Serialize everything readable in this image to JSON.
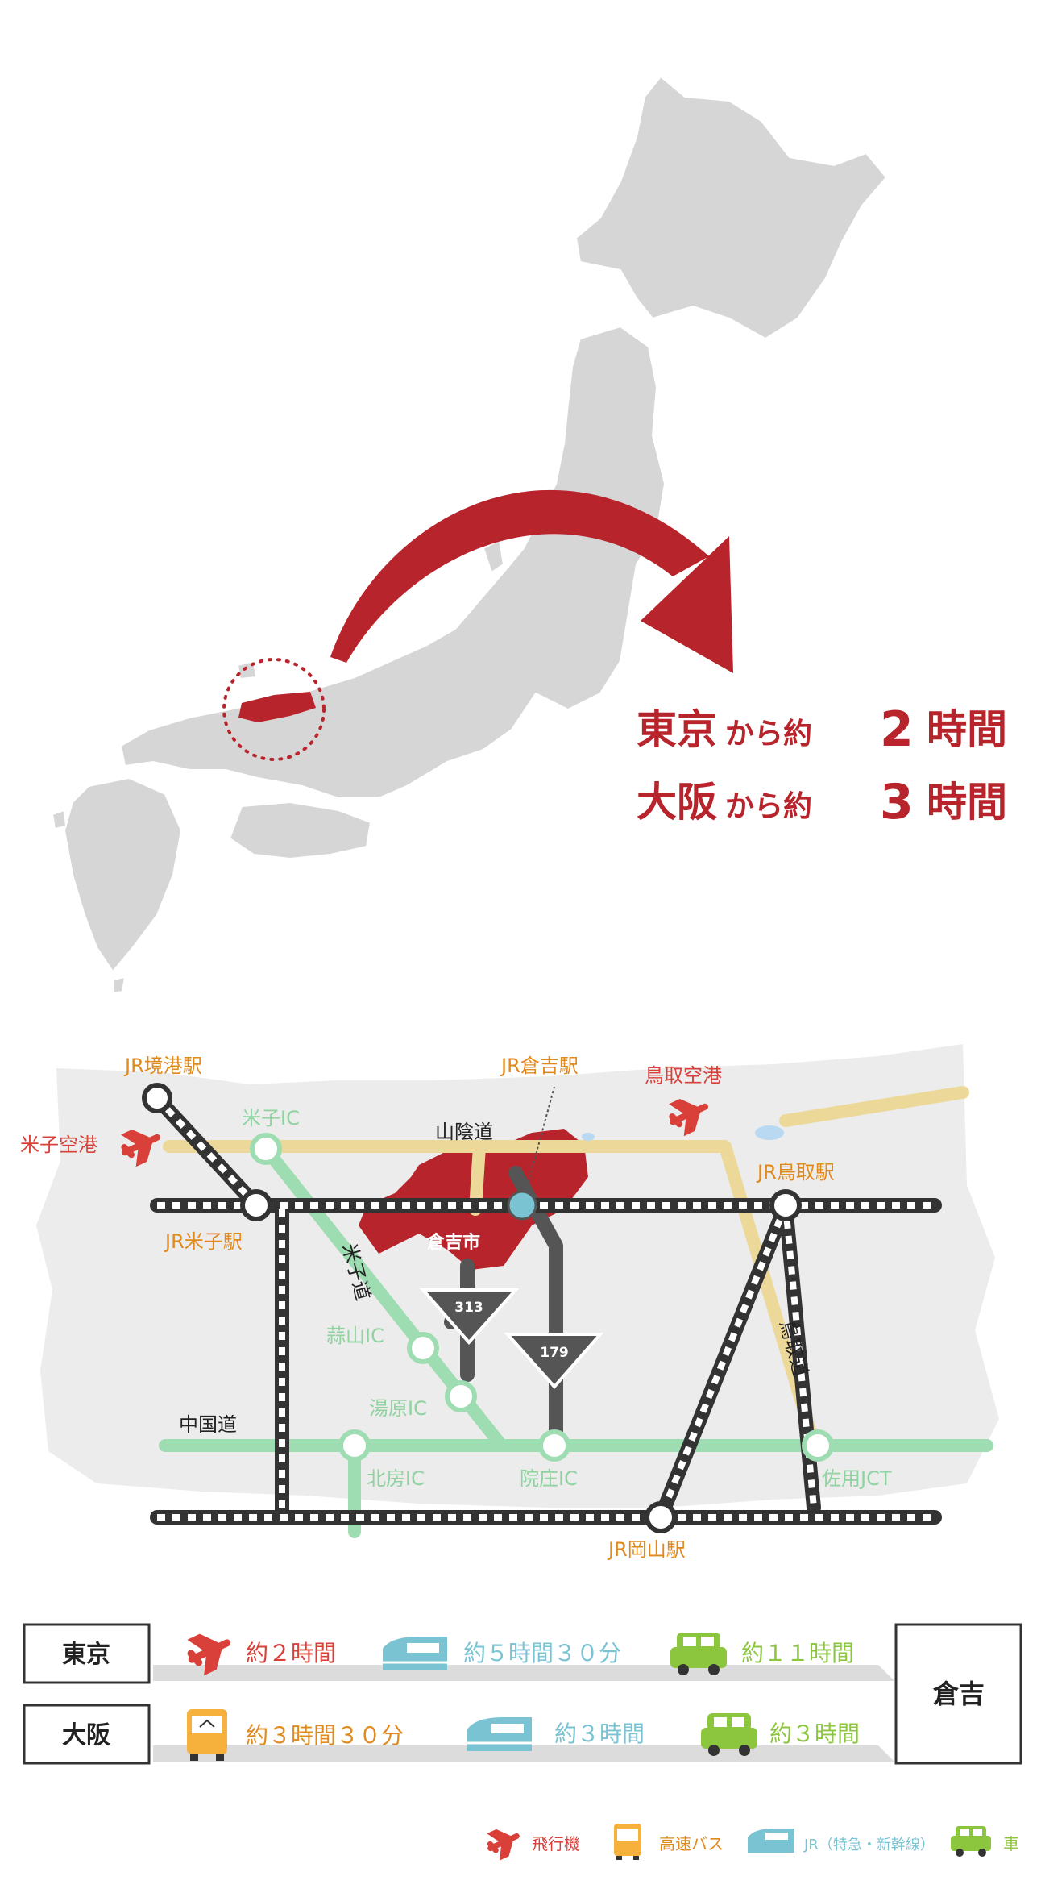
{
  "headline": {
    "line1": {
      "city": "東京",
      "particle": "から約",
      "num": "2",
      "unit": "時間"
    },
    "line2": {
      "city": "大阪",
      "particle": "から約",
      "num": "3",
      "unit": "時間"
    }
  },
  "map_labels": {
    "sakaiminato": "JR境港駅",
    "kurayoshi_station": "JR倉吉駅",
    "tottori_airport": "鳥取空港",
    "yonago_airport": "米子空港",
    "yonago_ic": "米子IC",
    "sanin_road": "山陰道",
    "tottori_station": "JR鳥取駅",
    "yonago_station": "JR米子駅",
    "kurayoshi_city": "倉吉市",
    "yonago_road": "米子道",
    "route_313": "313",
    "route_179": "179",
    "hiruzen_ic": "蒜山IC",
    "yubara_ic": "湯原IC",
    "chugoku_road": "中国道",
    "tottori_road": "鳥取道",
    "hokubo_ic": "北房IC",
    "insho_ic": "院庄IC",
    "sayo_jct": "佐用JCT",
    "okayama_station": "JR岡山駅"
  },
  "table": {
    "rows": [
      {
        "origin": "東京",
        "plane": "約２時間",
        "train": "約５時間３０分",
        "car": "約１１時間"
      },
      {
        "origin": "大阪",
        "bus": "約３時間３０分",
        "train": "約３時間",
        "car": "約３時間"
      }
    ],
    "destination": "倉吉"
  },
  "legend": {
    "plane": "飛行機",
    "bus": "高速バス",
    "train": "JR（特急・新幹線）",
    "car": "車"
  },
  "colors": {
    "accent_red": "#b8242b",
    "orange": "#e08a1e",
    "green": "#8fd3a0",
    "blue": "#79c3d3",
    "lime": "#8cc63f",
    "gray_land": "#d7d7d7"
  },
  "icons": [
    "plane-icon",
    "bus-icon",
    "train-icon",
    "car-icon"
  ]
}
